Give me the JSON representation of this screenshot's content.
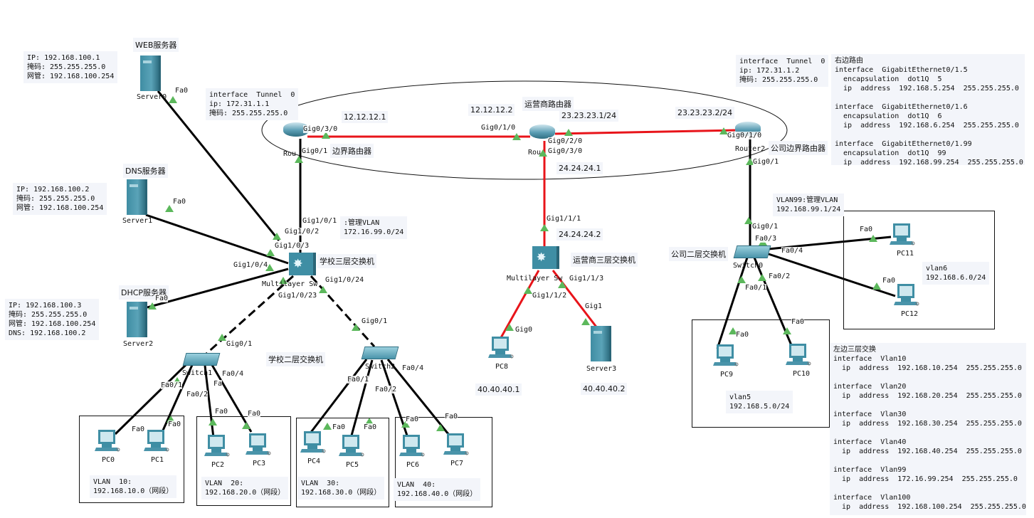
{
  "colors": {
    "wan_link": "#e8141a",
    "lan_link": "#000000",
    "port_up": "#5cb85c",
    "device": "#4a94aa",
    "note_bg": "#f3f5fa"
  },
  "devices": {
    "server0": {
      "name": "Server0",
      "role": "WEB服务器"
    },
    "server1": {
      "name": "Server1",
      "role": "DNS服务器"
    },
    "server2": {
      "name": "Server2",
      "role": "DHCP服务器"
    },
    "server3": {
      "name": "Server3"
    },
    "router0": {
      "name": "Rou",
      "role": "边界路由器"
    },
    "router1": {
      "name": "Rou",
      "role": "运营商路由器"
    },
    "router2": {
      "name": "Router2",
      "role": "公司边界路由器"
    },
    "school_mls": {
      "name": "Multilayer Sw",
      "role": "学校三层交换机"
    },
    "isp_mls": {
      "name": "Multilayer Sw",
      "role": "运营商三层交换机"
    },
    "switch1": {
      "name": "Switch1"
    },
    "switch2": {
      "name": "Switch2"
    },
    "school_l2_role": "学校二层交换机",
    "switch0": {
      "name": "Switch0",
      "role": "公司二层交换机"
    },
    "pcs": [
      "PC0",
      "PC1",
      "PC2",
      "PC3",
      "PC4",
      "PC5",
      "PC6",
      "PC7",
      "PC8",
      "PC9",
      "PC10",
      "PC11",
      "PC12"
    ]
  },
  "notes": {
    "web": "IP: 192.168.100.1\n掩码: 255.255.255.0\n网管: 192.168.100.254",
    "dns": "IP: 192.168.100.2\n掩码: 255.255.255.0\n网管: 192.168.100.254",
    "dhcp": "IP: 192.168.100.3\n掩码: 255.255.255.0\n网管: 192.168.100.254\nDNS: 192.168.100.2",
    "tunnel_left": "interface  Tunnel  0\nip: 172.31.1.1\n掩码: 255.255.255.0",
    "tunnel_right": "interface  Tunnel  0\nip: 172.31.1.2\n掩码: 255.255.255.0",
    "mgmt_school": ":管理VLAN\n172.16.99.0/24",
    "mgmt_company": "VLAN99:管理VLAN\n192.168.99.1/24",
    "right_router": "右边路由\ninterface  GigabitEthernet0/1.5\n  encapsulation  dot1Q  5\n  ip  address  192.168.5.254  255.255.255.0\n\ninterface  GigabitEthernet0/1.6\n  encapsulation  dot1Q  6\n  ip  address  192.168.6.254  255.255.255.0\n\ninterface  GigabitEthernet0/1.99\n  encapsulation  dot1Q  99\n  ip  address  192.168.99.254  255.255.255.0",
    "left_l3": "左边三层交换\ninterface  Vlan10\n  ip  address  192.168.10.254  255.255.255.0\n\ninterface  Vlan20\n  ip  address  192.168.20.254  255.255.255.0\n\ninterface  Vlan30\n  ip  address  192.168.30.254  255.255.255.0\n\ninterface  Vlan40\n  ip  address  192.168.40.254  255.255.255.0\n\ninterface  Vlan99\n  ip  address  172.16.99.254  255.255.255.0\n\ninterface  Vlan100\n  ip  address  192.168.100.254  255.255.255.0",
    "vlan10": "VLAN  10:\n192.168.10.0（网段）",
    "vlan20": "VLAN  20:\n192.168.20.0（网段）",
    "vlan30": "VLAN  30:\n192.168.30.0（网段）",
    "vlan40": "VLAN  40:\n192.168.40.0（网段）",
    "vlan5": "vlan5\n192.168.5.0/24",
    "vlan6": "vlan6\n192.168.6.0/24"
  },
  "ip_labels": {
    "r0_wan": "12.12.12.1",
    "r1_left": "12.12.12.2",
    "r1_right": "23.23.23.1/24",
    "r2_wan": "23.23.23.2/24",
    "r1_down": "24.24.24.1",
    "isp_mls_up": "24.24.24.2",
    "pc8": "40.40.40.1",
    "server3": "40.40.40.2"
  },
  "ports": [
    "Fa0",
    "Fa0",
    "Fa0",
    "Gig0/3/0",
    "Gig0/1",
    "Gig0/1/0",
    "Gig0/2/0",
    "Gig0/3/0",
    "Gig0/1/0",
    "Gig0/1",
    "Gig1/1/1",
    "Gig1/1/3",
    "Gig1/1/2",
    "Gig1",
    "Gig0",
    "Gig1/0/1",
    "Gig1/0/2",
    "Gig1/0/3",
    "Gig1/0/4",
    "Gig1/0/23",
    "Gig1/0/24",
    "Gig0/1",
    "Fa0/4",
    "Fa",
    "Fa0/1",
    "Fa0/2",
    "Gig0/1",
    "Fa0/4",
    "Fa0/1",
    "Fa0/2",
    "Fa0",
    "Fa0",
    "Fa0",
    "Fa0",
    "Fa0",
    "Fa0",
    "Fa0",
    "Fa0",
    "Gig0/1",
    "Fa0/3",
    "Fa0/4",
    "Fa0/2",
    "Fa0/1",
    "Fa0",
    "Fa0",
    "Fa0",
    "Fa0"
  ]
}
